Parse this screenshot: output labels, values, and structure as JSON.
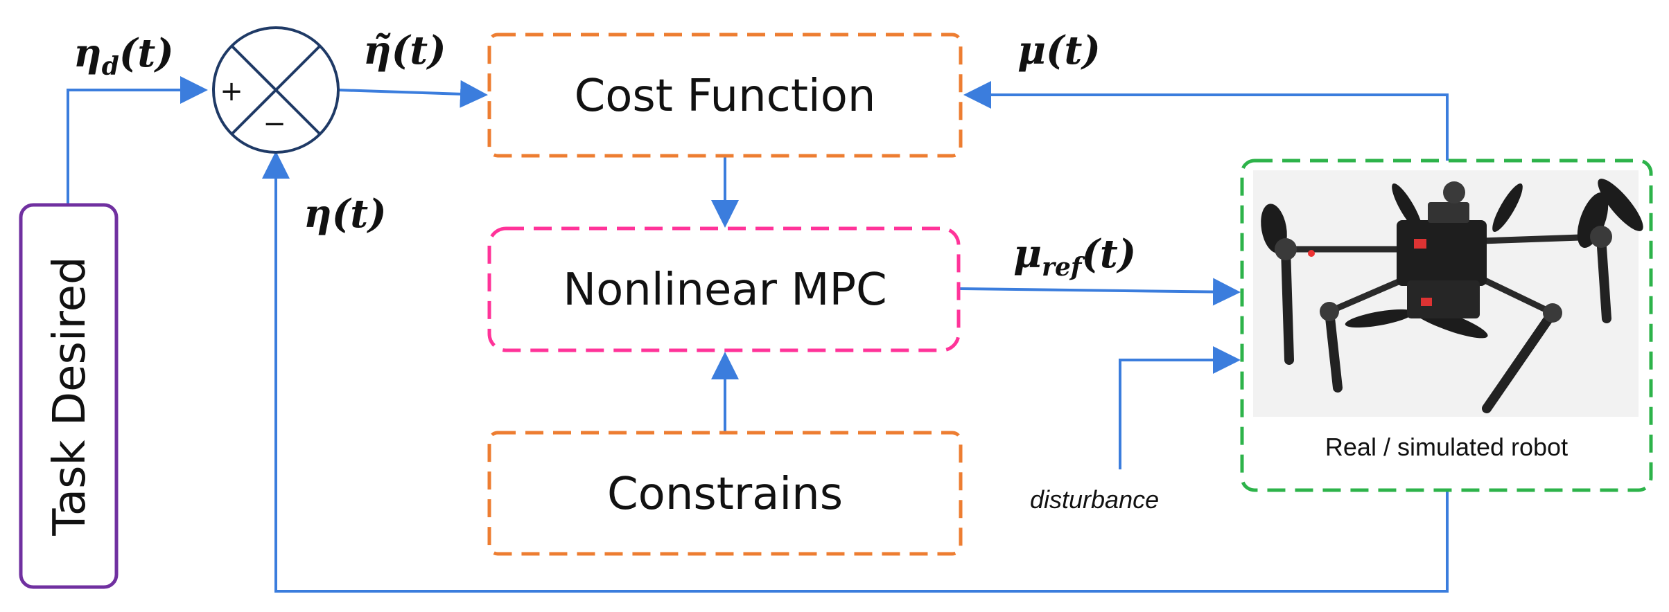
{
  "blocks": {
    "task": "Task Desired",
    "cost": "Cost Function",
    "mpc": "Nonlinear MPC",
    "constraints": "Constrains",
    "robot": "Real / simulated robot"
  },
  "summing_junction": {
    "plus": "+",
    "minus": "−"
  },
  "signals": {
    "eta_d": {
      "base": "η",
      "sub": "d",
      "arg": "(t)"
    },
    "eta_tilde": {
      "base": "η̃",
      "arg": "(t)"
    },
    "eta": {
      "base": "η",
      "arg": "(t)"
    },
    "mu": {
      "base": "μ",
      "arg": "(t)"
    },
    "mu_ref": {
      "base": "μ",
      "sub": "ref",
      "arg": "(t)"
    },
    "disturbance": "disturbance"
  },
  "colors": {
    "arrow": "#3b7ddd",
    "task_border": "#7030a0",
    "cost_border": "#ed7d31",
    "mpc_border": "#ff3399",
    "constraints_border": "#ed7d31",
    "robot_border": "#2db34a",
    "junction": "#1f3a66"
  }
}
